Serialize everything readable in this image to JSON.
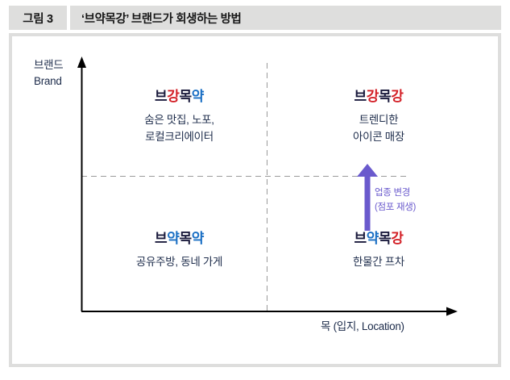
{
  "header": {
    "number_label": "그림 3",
    "title": "‘브약목강’ 브랜드가 회생하는 방법"
  },
  "axes": {
    "y_label_line1": "브랜드",
    "y_label_line2": "Brand",
    "x_label": "목 (입지, Location)"
  },
  "quadrants": {
    "top_left": {
      "title_chars": [
        "브",
        "강",
        "목",
        "약"
      ],
      "title_colors": [
        "#1a1a3c",
        "#d31f26",
        "#1a1a3c",
        "#1a6fc4"
      ],
      "sub_line1": "숨은 맛집, 노포,",
      "sub_line2": "로컬크리에이터"
    },
    "top_right": {
      "title_chars": [
        "브",
        "강",
        "목",
        "강"
      ],
      "title_colors": [
        "#1a1a3c",
        "#d31f26",
        "#1a1a3c",
        "#d31f26"
      ],
      "sub_line1": "트렌디한",
      "sub_line2": "아이콘 매장"
    },
    "bottom_left": {
      "title_chars": [
        "브",
        "약",
        "목",
        "약"
      ],
      "title_colors": [
        "#1a1a3c",
        "#1a6fc4",
        "#1a1a3c",
        "#1a6fc4"
      ],
      "sub_line1": "공유주방, 동네 가게",
      "sub_line2": ""
    },
    "bottom_right": {
      "title_chars": [
        "브",
        "약",
        "목",
        "강"
      ],
      "title_colors": [
        "#1a1a3c",
        "#1a6fc4",
        "#1a1a3c",
        "#d31f26"
      ],
      "sub_line1": "한물간 프차",
      "sub_line2": ""
    }
  },
  "annotation": {
    "line1": "업종 변경",
    "line2": "(점포 재생)",
    "color": "#6a5acd"
  },
  "colors": {
    "header_bg": "#dededd",
    "frame_border": "#dededd",
    "navy": "#1a1a3c",
    "red": "#d31f26",
    "blue": "#1a6fc4",
    "purple": "#6a5acd",
    "axis": "#000000",
    "gridline": "#9a9a9a",
    "subtext": "#1c2b4a"
  },
  "chart_data": {
    "type": "scatter",
    "title": "‘브약목강’ 브랜드가 회생하는 방법",
    "xlabel": "목 (입지, Location)",
    "ylabel": "브랜드 (Brand)",
    "grid": true,
    "legend": "none",
    "axis_style": "arrow-axes with dashed midlines forming 2x2 matrix",
    "quadrant_labels": [
      {
        "position": "top-left",
        "label": "브강목약",
        "detail": "숨은 맛집, 노포, 로컬크리에이터",
        "brand": "strong",
        "location": "weak"
      },
      {
        "position": "top-right",
        "label": "브강목강",
        "detail": "트렌디한 아이콘 매장",
        "brand": "strong",
        "location": "strong"
      },
      {
        "position": "bottom-left",
        "label": "브약목약",
        "detail": "공유주방, 동네 가게",
        "brand": "weak",
        "location": "weak"
      },
      {
        "position": "bottom-right",
        "label": "브약목강",
        "detail": "한물간 프차",
        "brand": "weak",
        "location": "strong"
      }
    ],
    "annotations": [
      {
        "type": "arrow",
        "from": "bottom-right",
        "to": "top-right",
        "text": "업종 변경 (점포 재생)",
        "color": "#6a5acd"
      }
    ]
  }
}
